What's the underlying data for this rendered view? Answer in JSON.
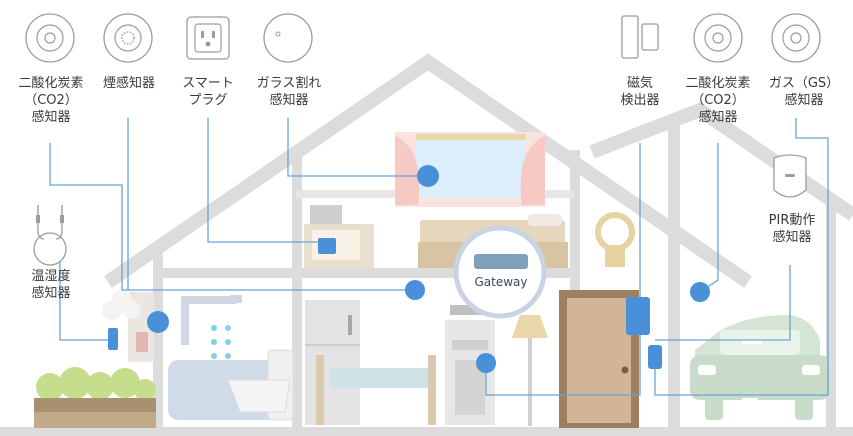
{
  "hub": {
    "label": "Gateway"
  },
  "sensors": [
    {
      "id": "co2-left",
      "icon": "round-sensor-icon",
      "lines": [
        "二酸化炭素",
        "（CO2）",
        "感知器"
      ]
    },
    {
      "id": "smoke",
      "icon": "round-sensor-icon",
      "lines": [
        "煙感知器"
      ]
    },
    {
      "id": "smart-plug",
      "icon": "outlet-icon",
      "lines": [
        "スマート",
        "プラグ"
      ]
    },
    {
      "id": "glass-break",
      "icon": "glass-break-sensor-icon",
      "lines": [
        "ガラス割れ",
        "感知器"
      ]
    },
    {
      "id": "magnetic",
      "icon": "door-magnet-icon",
      "lines": [
        "磁気",
        "検出器"
      ]
    },
    {
      "id": "co2-right",
      "icon": "round-sensor-icon",
      "lines": [
        "二酸化炭素",
        "（CO2）",
        "感知器"
      ]
    },
    {
      "id": "gas",
      "icon": "round-sensor-icon",
      "lines": [
        "ガス（GS）",
        "感知器"
      ]
    },
    {
      "id": "pir",
      "icon": "pir-sensor-icon",
      "lines": [
        "PIR動作",
        "感知器"
      ]
    },
    {
      "id": "temp-humidity",
      "icon": "thermo-probe-icon",
      "lines": [
        "温湿度",
        "感知器"
      ]
    }
  ],
  "colors": {
    "connector": "#4a90d9",
    "link-line": "#6aa4d6",
    "house": "#dcdcdc",
    "hub-ring": "#c8d4e4",
    "hub-badge": "#7f9fba"
  }
}
